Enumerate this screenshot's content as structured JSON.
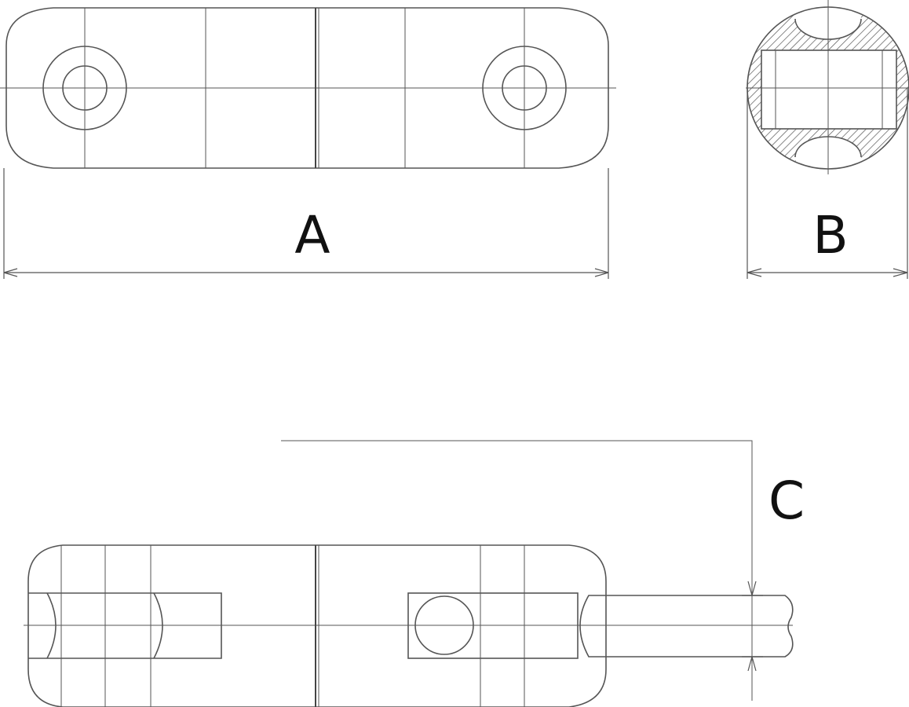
{
  "drawing": {
    "labels": {
      "A": "A",
      "B": "B",
      "C": "C"
    },
    "colors": {
      "line": "#555555",
      "label": "#111111",
      "background": "#ffffff"
    }
  }
}
